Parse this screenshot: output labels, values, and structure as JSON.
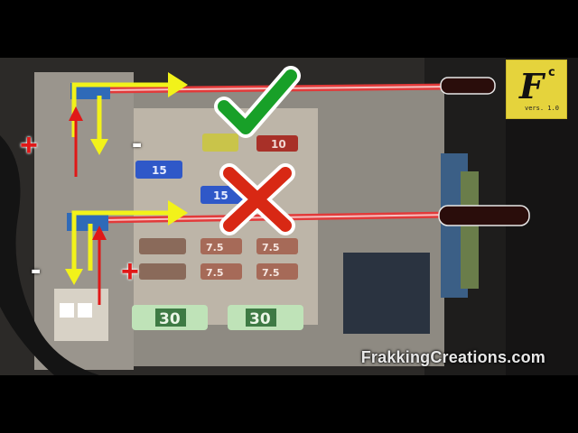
{
  "watermark": "FrakkingCreations.com",
  "logo": {
    "letter": "F",
    "superscript": "c",
    "version": "vers. 1.0"
  },
  "signs": {
    "plus": "+",
    "minus": "-"
  },
  "fuse_labels": {
    "top_right": "10",
    "left_blue_1": "15",
    "left_blue_2": "15",
    "right_small_1": "7.5",
    "right_small_2": "7.5",
    "mid_small_1": "7.5",
    "mid_small_2": "7.5",
    "large_left": "30",
    "large_right": "30"
  },
  "marks": {
    "correct": "check-mark",
    "wrong": "cross-mark"
  },
  "colors": {
    "arrow": "#f2f21a",
    "current_arrow": "#e01818",
    "check": "#18a028",
    "cross": "#d82814",
    "wire": "#e23a3a"
  }
}
